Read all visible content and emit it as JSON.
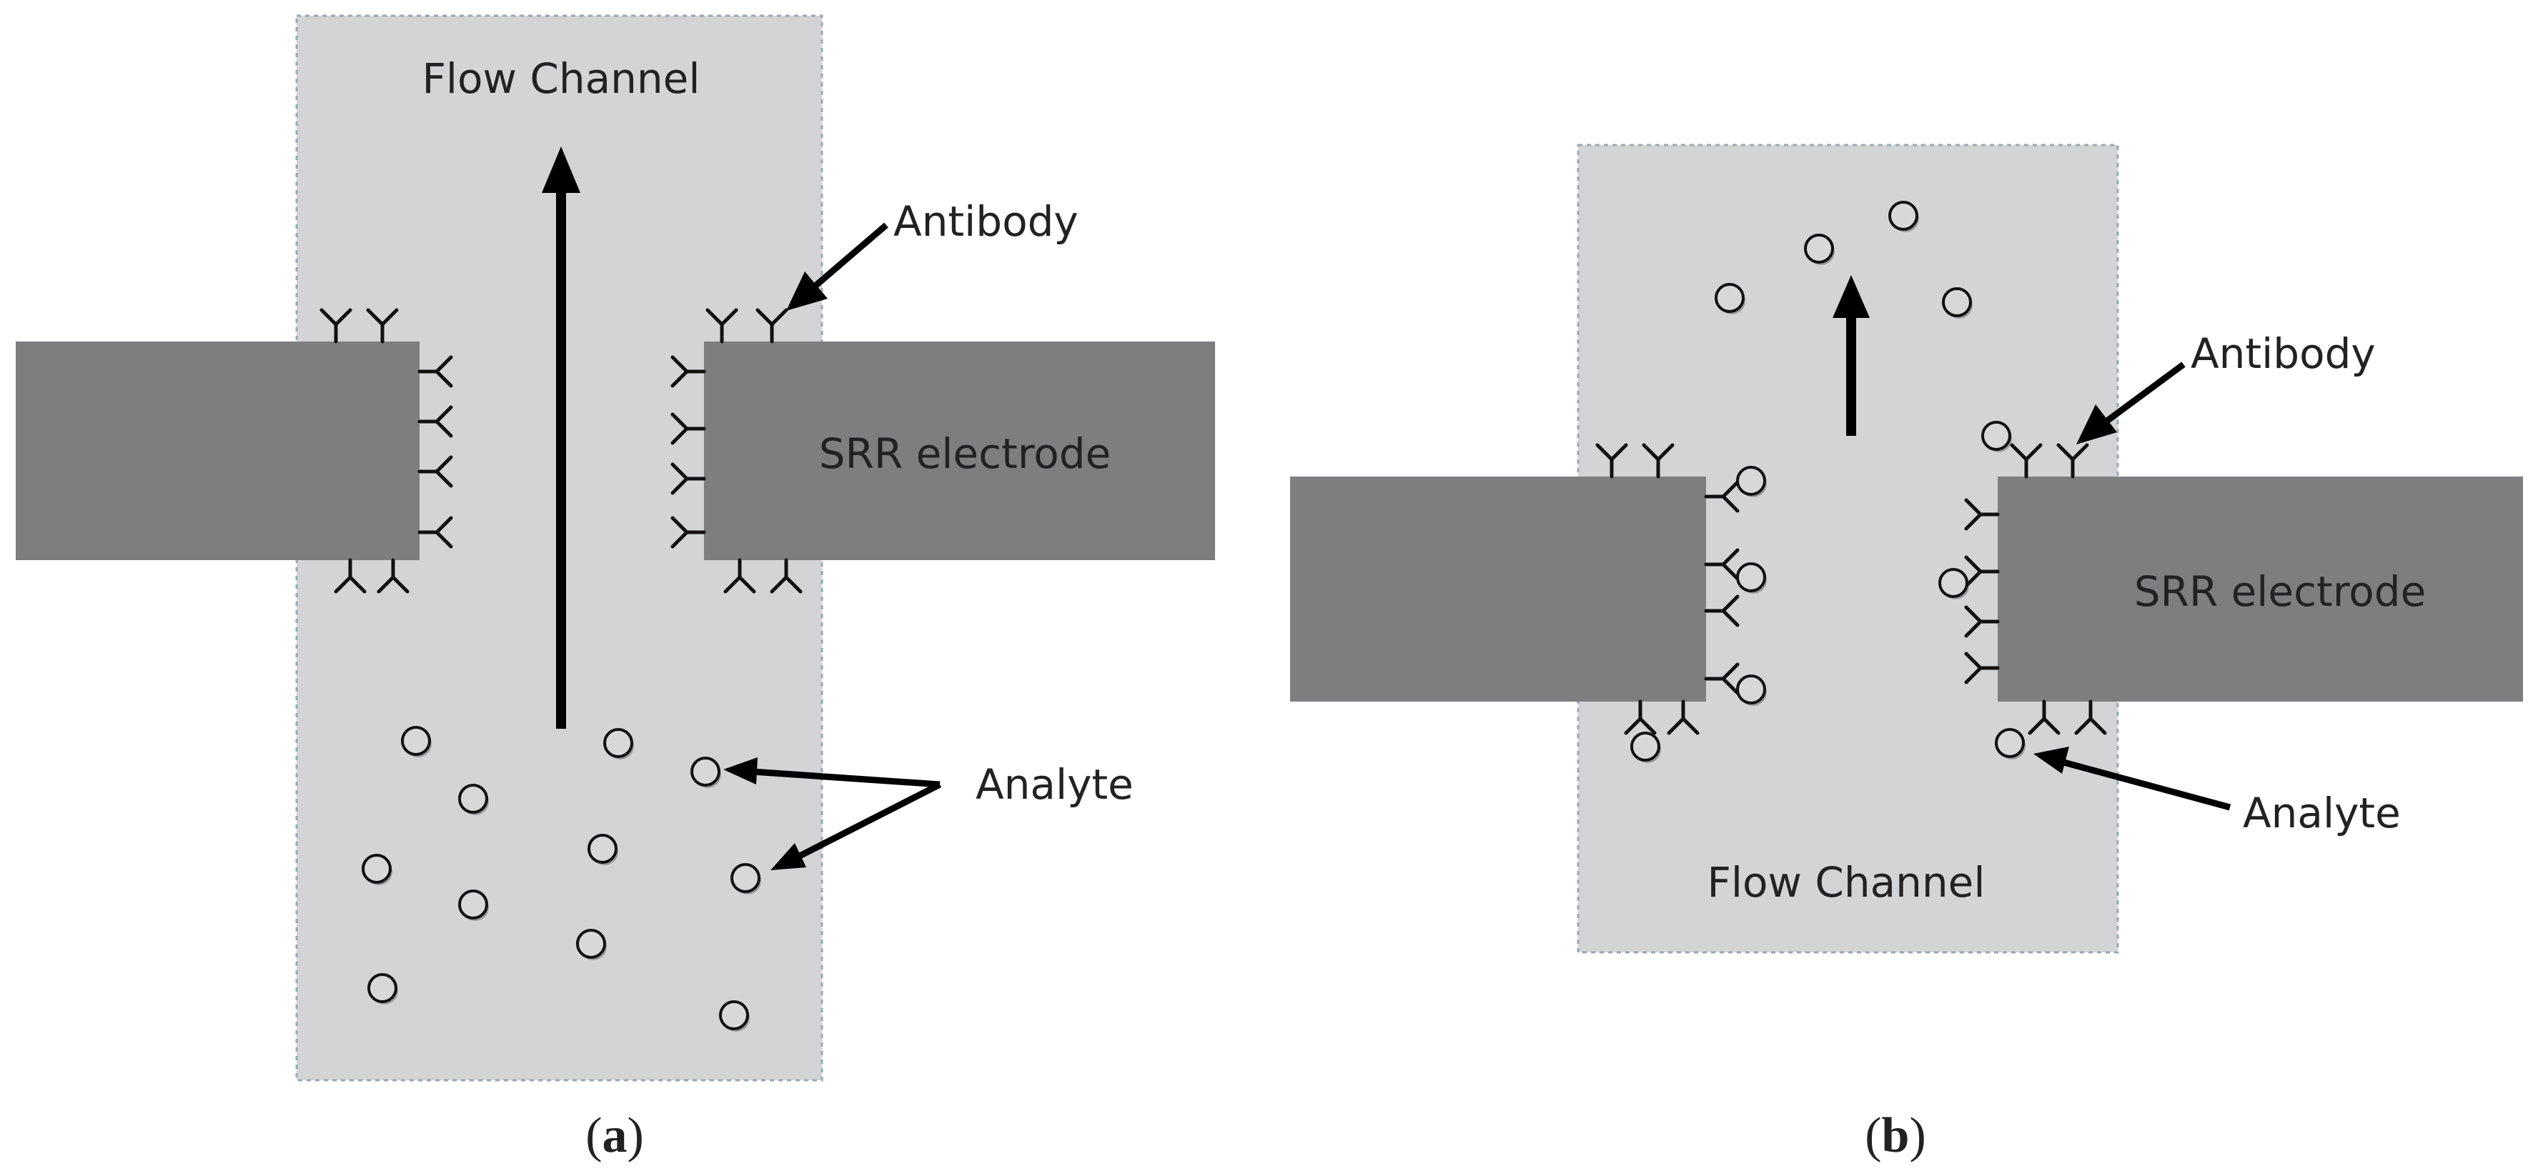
{
  "panel_a": {
    "flow_channel_label": "Flow Channel",
    "electrode_label": "SRR electrode",
    "antibody_label": "Antibody",
    "analyte_label": "Analyte",
    "caption_open": "(",
    "caption_letter": "a",
    "caption_close": ")"
  },
  "panel_b": {
    "flow_channel_label": "Flow Channel",
    "electrode_label": "SRR electrode",
    "antibody_label": "Antibody",
    "analyte_label": "Analyte",
    "caption_open": "(",
    "caption_letter": "b",
    "caption_close": ")"
  },
  "colors": {
    "channel_fill": "#d3d4d6",
    "channel_edge": "#9aa8b8",
    "electrode_fill": "#7d7e80",
    "arrow": "#000000",
    "analyte_fill": "#d8d8d8",
    "analyte_stroke": "#111111",
    "antibody": "#111111"
  }
}
